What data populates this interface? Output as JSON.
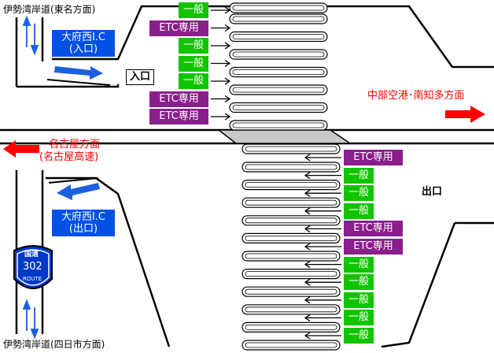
{
  "labels": {
    "top_left_route": "伊勢湾岸道(東名方面)",
    "bottom_left_route": "伊勢湾岸道(四日市方面)",
    "entrance_ic_line1": "大府西I.C",
    "entrance_ic_line2": "(入口)",
    "exit_ic_line1": "大府西I.C",
    "exit_ic_line2": "(出口)",
    "entrance": "入口",
    "exit": "出口",
    "eastbound_direction": "中部空港･南知多方面",
    "westbound_line1": "名古屋方面",
    "westbound_line2": "(名古屋高速)",
    "shield_top": "国道",
    "shield_number": "302",
    "shield_bottom": "ROUTE"
  },
  "entrance_gates": [
    "一般",
    "ETC専用",
    "一般",
    "一般",
    "一般",
    "ETC専用",
    "ETC専用"
  ],
  "exit_gates": [
    "ETC専用",
    "一般",
    "一般",
    "一般",
    "ETC専用",
    "ETC専用",
    "一般",
    "一般",
    "一般",
    "一般",
    "一般"
  ],
  "colors": {
    "general_gate": "#12c400",
    "etc_gate": "#8a1e8c",
    "ic_box": "#0050e6",
    "direction_arrow": "#ff0000",
    "flow_arrow": "#1c5fe0"
  }
}
